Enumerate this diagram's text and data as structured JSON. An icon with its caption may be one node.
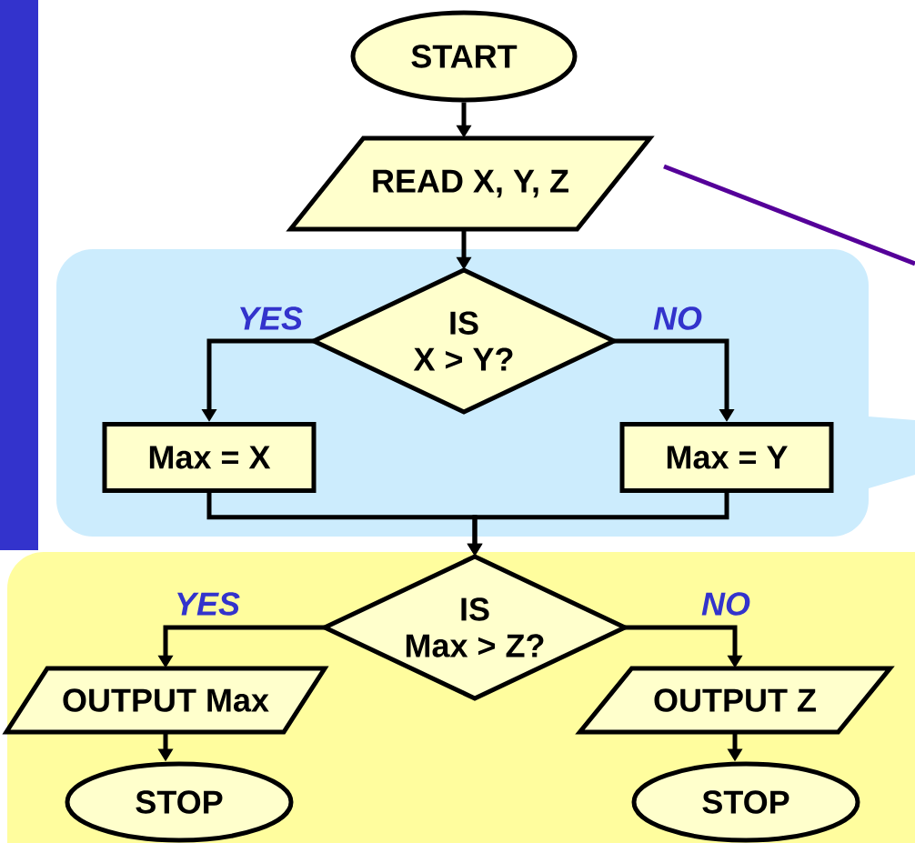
{
  "diagram": {
    "nodes": [
      {
        "text": [
          "START"
        ]
      },
      {
        "text": [
          "READ  X, Y, Z"
        ]
      },
      {
        "text": [],
        "shape": "box"
      },
      {
        "text": [
          "IS",
          "X > Y?"
        ],
        "in": 2
      },
      {
        "text": [
          "Max = X"
        ],
        "in": 2
      },
      {
        "text": [
          "Max = Y"
        ],
        "in": 2
      },
      {
        "text": [],
        "shape": "box"
      },
      {
        "text": [
          "IS",
          "Max > Z?"
        ],
        "in": 6
      },
      {
        "text": [
          "OUTPUT  Max"
        ],
        "in": 6
      },
      {
        "text": [
          "OUTPUT  Z"
        ],
        "in": 6
      },
      {
        "text": [
          "STOP"
        ],
        "in": 6
      },
      {
        "text": [
          "STOP"
        ],
        "in": 6
      },
      {
        "text": [],
        "shape": "bar"
      }
    ],
    "edges": [
      {
        "from": 0,
        "to": 1,
        "arrow": "to"
      },
      {
        "from": 1,
        "to": 3,
        "arrow": "to"
      },
      {
        "from": 3,
        "to": 4,
        "arrow": "to",
        "label": "YES"
      },
      {
        "from": 3,
        "to": 5,
        "arrow": "to",
        "label": "NO"
      },
      {
        "from": 4,
        "to": 7,
        "arrow": "to"
      },
      {
        "from": 5,
        "to": 7,
        "arrow": "to"
      },
      {
        "from": 7,
        "to": 8,
        "arrow": "to",
        "label": "YES"
      },
      {
        "from": 7,
        "to": 9,
        "arrow": "to",
        "label": "NO"
      },
      {
        "from": 8,
        "to": 10,
        "arrow": "to"
      },
      {
        "from": 9,
        "to": 11,
        "arrow": "to"
      }
    ]
  }
}
